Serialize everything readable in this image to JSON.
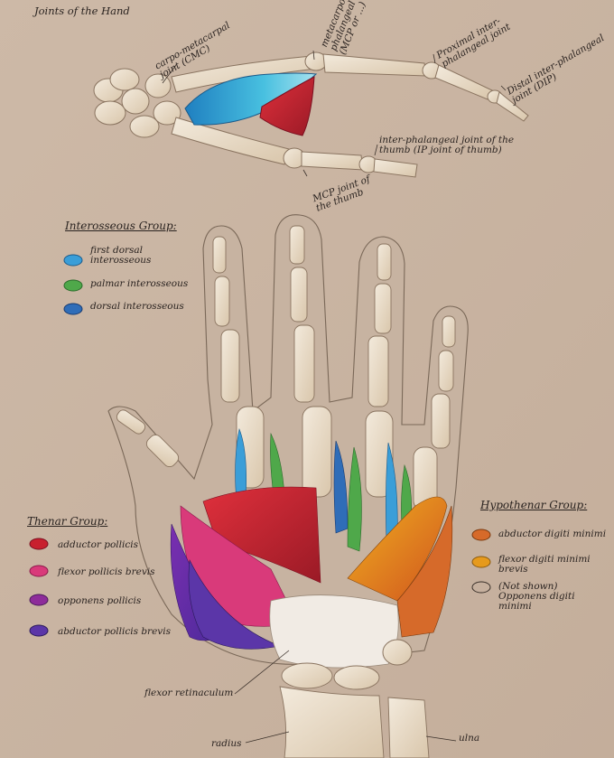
{
  "top_labels": {
    "title": "Joints of the Hand",
    "cmc": "carpo-metacarpal joint (CMC)",
    "mcp": "metacarpo-phalangeal (MCP or ...)",
    "pip": "Proximal inter-phalangeal joint",
    "dip": "Distal inter-phalangeal joint (DIP)",
    "ip_thumb": "inter-phalangeal joint of the thumb (IP joint of thumb)",
    "mcp_thumb": "MCP joint of the thumb"
  },
  "interosseous_group": {
    "title": "Interosseous Group:",
    "items": [
      {
        "label": "first dorsal interosseous",
        "color": "#3a9ed8"
      },
      {
        "label": "palmar interosseous",
        "color": "#4fa84a"
      },
      {
        "label": "dorsal interosseous",
        "color": "#2f6db8"
      }
    ]
  },
  "thenar_group": {
    "title": "Thenar Group:",
    "items": [
      {
        "label": "adductor pollicis",
        "color": "#c8202e"
      },
      {
        "label": "flexor pollicis brevis",
        "color": "#d93a7a"
      },
      {
        "label": "opponens pollicis",
        "color": "#8e2c9a"
      },
      {
        "label": "abductor pollicis brevis",
        "color": "#5b36a8"
      }
    ]
  },
  "hypothenar_group": {
    "title": "Hypothenar Group:",
    "items": [
      {
        "label": "abductor digiti minimi",
        "color": "#d66a2a"
      },
      {
        "label": "flexor digiti minimi brevis",
        "color": "#e69a1c"
      },
      {
        "label": "(Not shown) Opponens digiti minimi",
        "color": "none"
      }
    ]
  },
  "bottom_labels": {
    "retinaculum": "flexor retinaculum",
    "radius": "radius",
    "ulna": "ulna"
  }
}
